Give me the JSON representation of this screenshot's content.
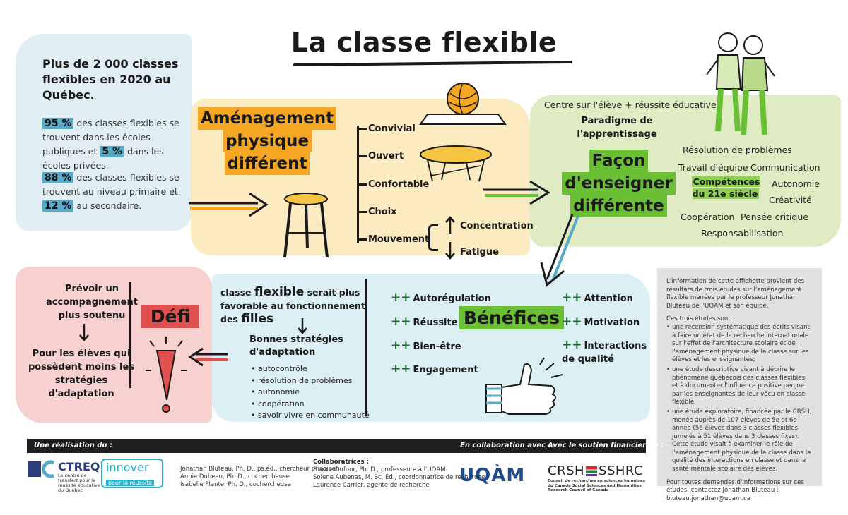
{
  "title": "La classe flexible",
  "stats": {
    "headline": "Plus de 2 000 classes flexibles en 2020 au Québec.",
    "block1": {
      "pct1": "95 %",
      "text1": "des classes flexibles se trouvent dans les écoles publiques et",
      "pct2": "5 %",
      "text2": "dans les écoles privées."
    },
    "block2": {
      "pct1": "88 %",
      "text1": "des classes flexibles se trouvent au niveau primaire et",
      "pct2": "12 %",
      "text2": "au secondaire."
    }
  },
  "amenagement": {
    "title_lines": [
      "Aménagement",
      "physique",
      "différent"
    ],
    "items": [
      "Convivial",
      "Ouvert",
      "Confortable",
      "Choix",
      "Mouvement"
    ],
    "concentration": "Concentration",
    "fatigue": "Fatigue"
  },
  "enseigner": {
    "centre": "Centre sur l'élève + réussite éducative",
    "paradigme": "Paradigme de l'apprentissage",
    "title_lines": [
      "Façon",
      "d'enseigner",
      "différente"
    ],
    "competences": "Compétences du 21e siècle",
    "skills": [
      "Résolution de problèmes",
      "Travail d'équipe",
      "Communication",
      "Autonomie",
      "Créativité",
      "Coopération",
      "Pensée critique",
      "Responsabilisation"
    ]
  },
  "defi": {
    "top": "Prévoir un accompagnement plus soutenu",
    "title": "Défi",
    "bottom": "Pour les élèves qui possèdent moins les stratégies d'adaptation"
  },
  "filles": {
    "part1": "classe",
    "flexible": "flexible",
    "part2": "serait plus favorable au fonctionnement des",
    "filles": "filles",
    "strategies_title": "Bonnes stratégies d'adaptation",
    "strategies": [
      "autocontrôle",
      "résolution de problèmes",
      "autonomie",
      "coopération",
      "savoir vivre en communauté"
    ]
  },
  "benefices": {
    "title": "Bénéfices",
    "marker": "++",
    "left": [
      "Autorégulation",
      "Réussite",
      "Bien-être",
      "Engagement"
    ],
    "right": [
      "Attention",
      "Motivation",
      "Interactions de qualité"
    ]
  },
  "info": {
    "intro": "L'information de cette affichette provient des résultats de trois études sur l'aménagement flexible menées par le professeur Jonathan Bluteau de l'UQAM et son équipe.",
    "studies_title": "Ces trois études sont :",
    "studies": [
      "une recension systématique des écrits visant à faire un état de la recherche internationale sur l'effet de l'architecture scolaire et de l'aménagement physique de la classe sur les élèves et les enseignantes;",
      "une étude descriptive visant à décrire le phénomène québécois des classes flexibles et à documenter l'influence positive perçue par les enseignantes de leur vécu en classe flexible;",
      "une étude exploratoire, financée par le CRSH, menée auprès de 107 élèves de 5e et 6e année (56 élèves dans 3 classes flexibles jumelés à 51 élèves dans 3 classes fixes). Cette étude visait à examiner le rôle de l'aménagement physique de la classe dans la qualité des interactions en classe et dans la santé mentale scolaire des élèves."
    ],
    "contact": "Pour toutes demandes d'informations sur ces études, contactez Jonathan Bluteau : bluteau.jonathan@uqam.ca"
  },
  "footer": {
    "realisation": "Une réalisation du :",
    "collaboration": "En collaboration avec :",
    "soutien": "Avec le soutien financier de :",
    "ctreq_name": "CTREQ",
    "ctreq_sub": "Le centre de transfert pour la réussite éducative du Québec",
    "innover_name": "innover",
    "innover_sub": "pour la réussite",
    "researchers": [
      "Jonathan Bluteau, Ph. D., ps.éd., chercheur principal",
      "Annie Dubeau, Ph. D., cochercheuse",
      "Isabelle Plante, Ph. D., cochercheuse"
    ],
    "collab_title": "Collaboratrices :",
    "collaboratrices": [
      "France Dufour, Ph. D., professeure à l'UQAM",
      "Solène Aubenas, M. Sc. Éd., coordonnatrice de recherche",
      "Laurence Carrier, agente de recherche"
    ],
    "uqam": "UQÀM",
    "crsh_left": "CRSH",
    "crsh_right": "SSHRC",
    "crsh_sub": "Conseil de recherches en sciences humaines du Canada Social Sciences and Humanities Research Council of Canada"
  },
  "colors": {
    "orange": "#f5a623",
    "green": "#6bbf35",
    "red": "#e0504f",
    "blue": "#59a9c8"
  }
}
